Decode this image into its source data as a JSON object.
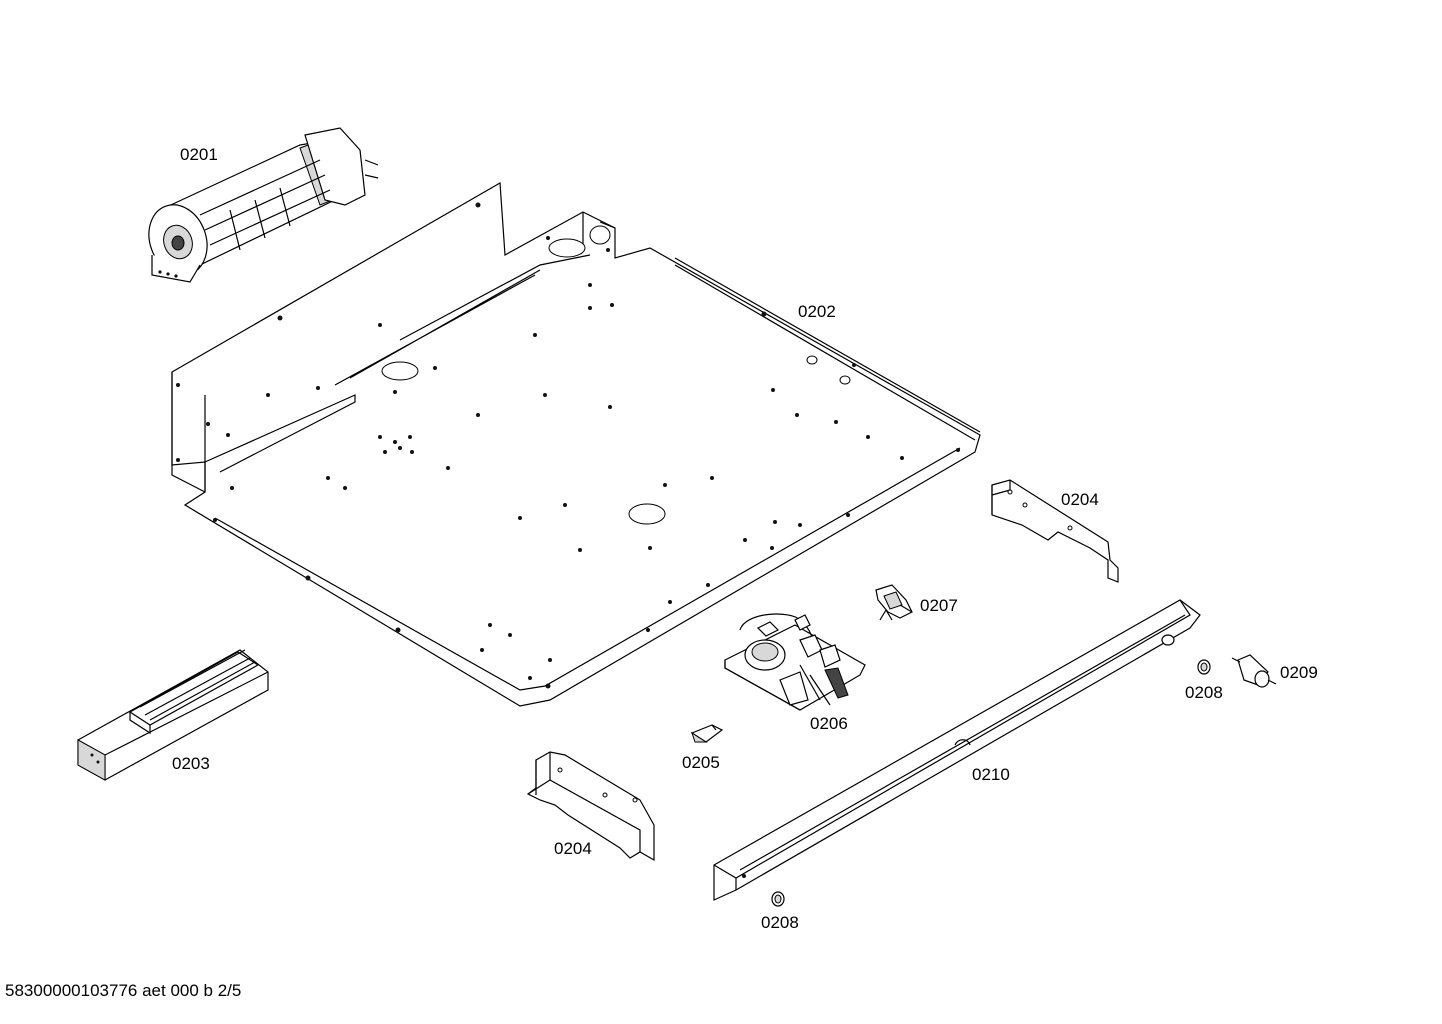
{
  "parts": [
    {
      "id": "p0201",
      "label": "0201",
      "icon": "fan-motor-icon"
    },
    {
      "id": "p0202",
      "label": "0202",
      "icon": "base-tray-panel-icon"
    },
    {
      "id": "p0203",
      "label": "0203",
      "icon": "module-box-icon"
    },
    {
      "id": "p0204a",
      "label": "0204",
      "icon": "bracket-icon"
    },
    {
      "id": "p0204b",
      "label": "0204",
      "icon": "bracket-icon"
    },
    {
      "id": "p0205",
      "label": "0205",
      "icon": "clip-icon"
    },
    {
      "id": "p0206",
      "label": "0206",
      "icon": "motor-assembly-icon"
    },
    {
      "id": "p0207",
      "label": "0207",
      "icon": "switch-icon"
    },
    {
      "id": "p0208a",
      "label": "0208",
      "icon": "nut-icon"
    },
    {
      "id": "p0208b",
      "label": "0208",
      "icon": "nut-icon"
    },
    {
      "id": "p0209",
      "label": "0209",
      "icon": "sensor-icon"
    },
    {
      "id": "p0210",
      "label": "0210",
      "icon": "rail-icon"
    }
  ],
  "document_id": "58300000103776 aet 000 b 2/5"
}
